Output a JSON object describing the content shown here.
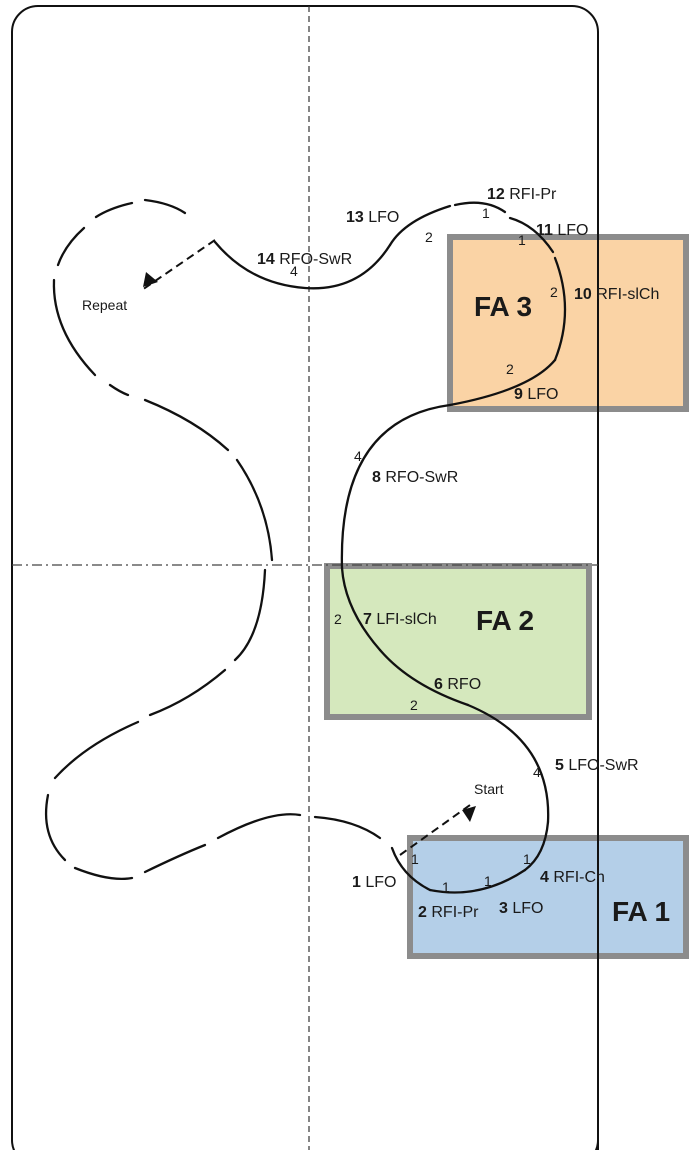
{
  "focus_areas": [
    {
      "label": "FA 1",
      "color": "#b4cfe8"
    },
    {
      "label": "FA 2",
      "color": "#d5e8bd"
    },
    {
      "label": "FA 3",
      "color": "#fad3a5"
    }
  ],
  "box_border_color": "#8c8c8c",
  "markers": {
    "start": "Start",
    "repeat": "Repeat"
  },
  "steps": [
    {
      "num": "1",
      "text": "LFO"
    },
    {
      "num": "2",
      "text": "RFI-Pr"
    },
    {
      "num": "3",
      "text": "LFO"
    },
    {
      "num": "4",
      "text": "RFI-Ch"
    },
    {
      "num": "5",
      "text": "LFO-SwR"
    },
    {
      "num": "6",
      "text": "RFO"
    },
    {
      "num": "7",
      "text": "LFI-slCh"
    },
    {
      "num": "8",
      "text": "RFO-SwR"
    },
    {
      "num": "9",
      "text": "LFO"
    },
    {
      "num": "10",
      "text": "RFI-slCh"
    },
    {
      "num": "11",
      "text": "LFO"
    },
    {
      "num": "12",
      "text": "RFI-Pr"
    },
    {
      "num": "13",
      "text": "LFO"
    },
    {
      "num": "14",
      "text": "RFO-SwR"
    }
  ],
  "beat_counts": [
    "1",
    "1",
    "1",
    "1",
    "4",
    "2",
    "2",
    "4",
    "2",
    "2",
    "1",
    "1",
    "2",
    "4"
  ]
}
